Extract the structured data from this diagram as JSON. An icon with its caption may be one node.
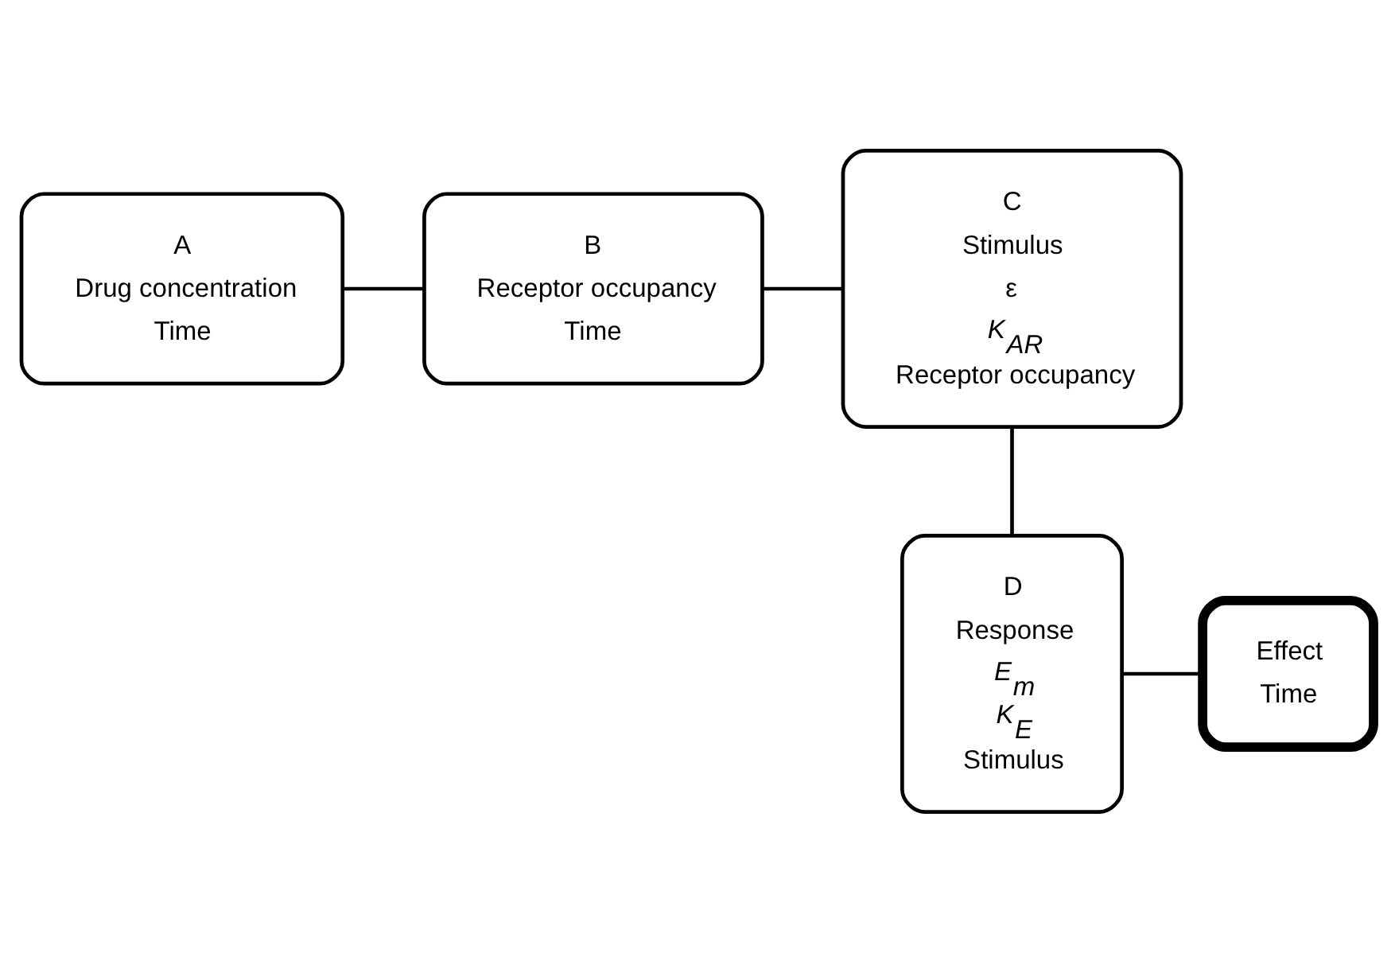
{
  "diagram": {
    "nodes": [
      {
        "text": [
          "A",
          "Drug concentration",
          "Time"
        ]
      },
      {
        "text": [
          "B",
          "Receptor occupancy",
          "Time"
        ]
      },
      {
        "text": [
          "C",
          "Stimulus",
          "ε",
          "*K*$_{AR}$",
          "Receptor occupancy"
        ]
      },
      {
        "text": [
          "D",
          "Response",
          "*E*$_{m}$",
          "*K*$_{E}$",
          "Stimulus"
        ]
      },
      {
        "text": [
          "Effect",
          "Time"
        ]
      }
    ],
    "edges": [
      {
        "from": 0,
        "to": 1,
        "arrow": "none"
      },
      {
        "from": 1,
        "to": 2,
        "arrow": "none"
      },
      {
        "from": 2,
        "to": 3,
        "arrow": "none"
      },
      {
        "from": 3,
        "to": 4,
        "arrow": "none"
      }
    ]
  }
}
